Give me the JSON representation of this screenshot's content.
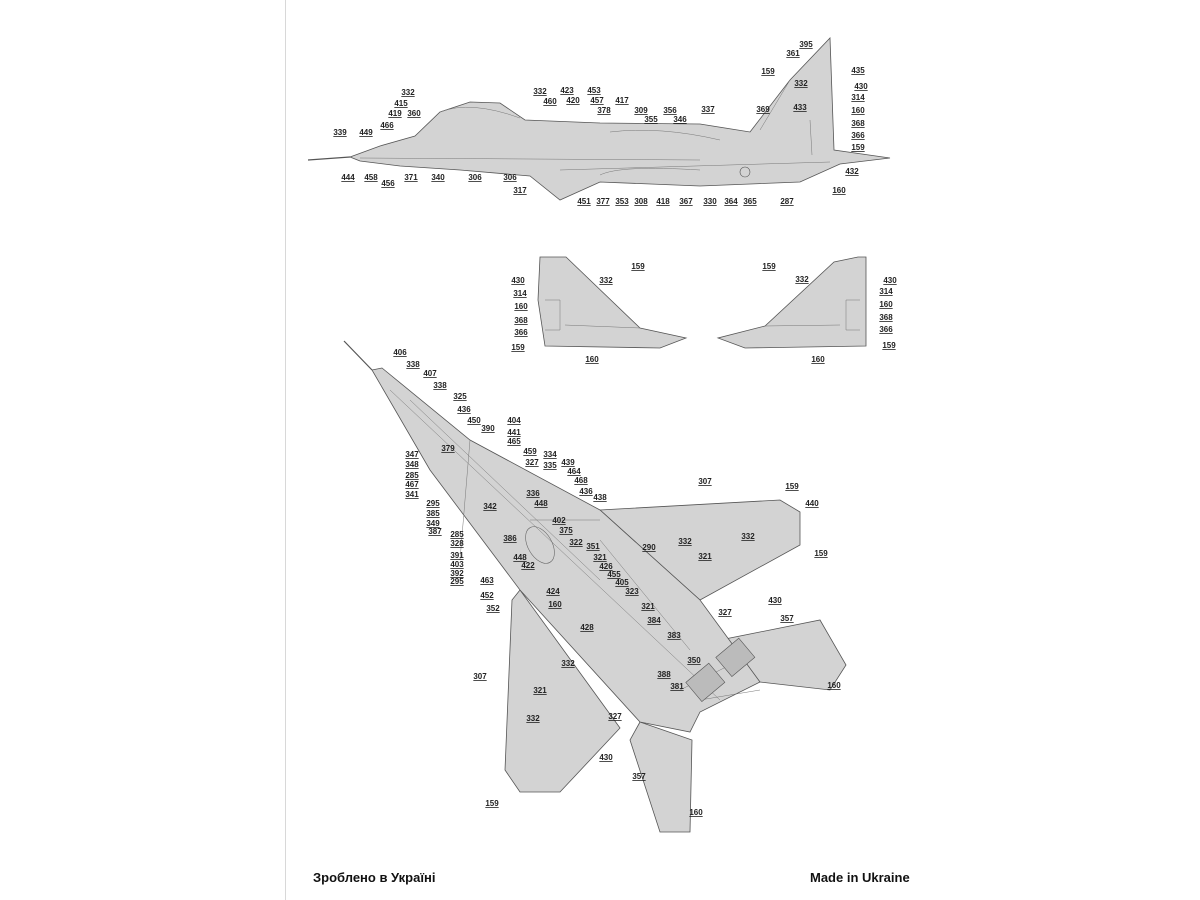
{
  "footer": {
    "left_text": "Зроблено в Україні",
    "right_text": "Made in Ukraine"
  },
  "side_view": {
    "labels": [
      "395",
      "361",
      "435",
      "159",
      "430",
      "332",
      "314",
      "433",
      "160",
      "369",
      "337",
      "368",
      "366",
      "159",
      "432",
      "160",
      "287",
      "365",
      "364",
      "330",
      "367",
      "418",
      "308",
      "353",
      "377",
      "451",
      "317",
      "306",
      "306",
      "340",
      "371",
      "456",
      "458",
      "444",
      "339",
      "449",
      "466",
      "419",
      "360",
      "415",
      "332",
      "332",
      "460",
      "423",
      "420",
      "453",
      "457",
      "378",
      "417",
      "309",
      "355",
      "356",
      "346"
    ]
  },
  "left_tail_view": {
    "labels": [
      "159",
      "332",
      "430",
      "314",
      "160",
      "368",
      "366",
      "159",
      "160"
    ]
  },
  "right_tail_view": {
    "labels": [
      "159",
      "332",
      "430",
      "314",
      "160",
      "368",
      "366",
      "159",
      "160"
    ]
  },
  "bottom_view": {
    "labels": [
      "406",
      "338",
      "407",
      "338",
      "325",
      "436",
      "450",
      "390",
      "404",
      "441",
      "465",
      "459",
      "327",
      "334",
      "335",
      "379",
      "347",
      "348",
      "285",
      "467",
      "341",
      "295",
      "385",
      "349",
      "387",
      "285",
      "328",
      "391",
      "403",
      "392",
      "295",
      "342",
      "336",
      "448",
      "439",
      "464",
      "468",
      "436",
      "438",
      "402",
      "375",
      "386",
      "448",
      "422",
      "322",
      "351",
      "321",
      "426",
      "455",
      "405",
      "323",
      "424",
      "160",
      "463",
      "452",
      "352",
      "307",
      "159",
      "440",
      "159",
      "332",
      "290",
      "332",
      "321",
      "430",
      "327",
      "357",
      "160",
      "321",
      "384",
      "428",
      "383",
      "350",
      "388",
      "381",
      "307",
      "332",
      "321",
      "332",
      "327",
      "430",
      "357",
      "159",
      "160"
    ]
  }
}
